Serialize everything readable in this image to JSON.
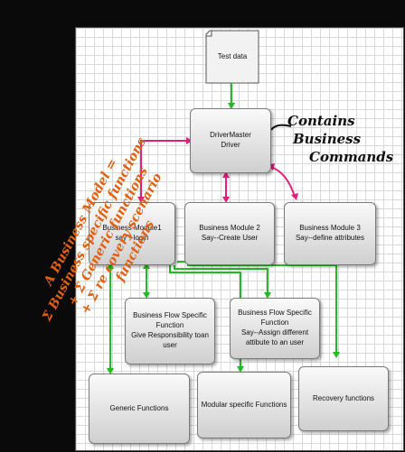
{
  "nodes": {
    "test_data": "Test data",
    "driver_master": [
      "DriverMaster",
      "Driver"
    ],
    "module1": [
      "Business Module1",
      "say --login"
    ],
    "module2": [
      "Business Module 2",
      "Say--Create User"
    ],
    "module3": [
      "Business Module 3",
      "Say--define attributes"
    ],
    "flow1": [
      "Business Flow Specific",
      "Function",
      "Give Responsibility toan",
      "user"
    ],
    "flow2": [
      "Business Flow Specific",
      "Function",
      "Say--Assign different",
      "attibute to an user"
    ],
    "generic": "Generic Functions",
    "modular": "Modular specific Functions",
    "recovery": "Recovery functions"
  },
  "annotations": {
    "contains": [
      "Contains",
      "Business",
      "Commands"
    ],
    "left": [
      "A Business Model =",
      "Σ Business specific functions",
      "+ Σ Generic functions",
      "+ Σ re covery scenario",
      "functions"
    ]
  },
  "colors": {
    "arrow_green": "#22bb22",
    "arrow_pink": "#e0207a",
    "ink_orange": "#e06010",
    "ink_black": "#111111"
  }
}
